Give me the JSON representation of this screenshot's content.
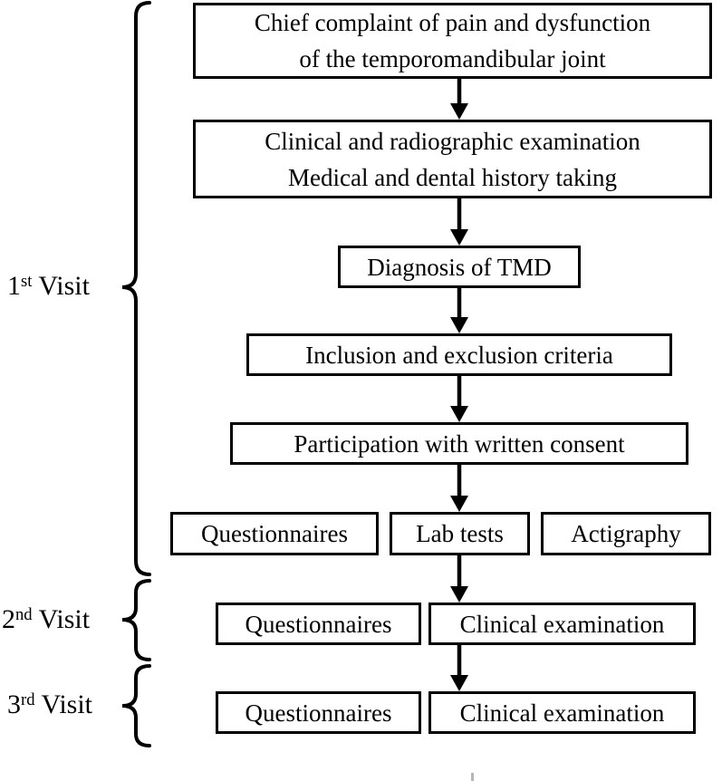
{
  "colors": {
    "background": "#ffffff",
    "ink": "#000000"
  },
  "visits": [
    {
      "num": "1",
      "ord": "st",
      "word": "Visit"
    },
    {
      "num": "2",
      "ord": "nd",
      "word": "Visit"
    },
    {
      "num": "3",
      "ord": "rd",
      "word": "Visit"
    }
  ],
  "boxes": {
    "chief": {
      "line1": "Chief complaint of pain and dysfunction",
      "line2": "of the temporomandibular joint"
    },
    "clinical_history": {
      "line1": "Clinical and radiographic examination",
      "line2": "Medical and dental history taking"
    },
    "diagnosis": {
      "label": "Diagnosis of TMD"
    },
    "inclusion": {
      "label": "Inclusion and exclusion criteria"
    },
    "participation": {
      "label": "Participation with written consent"
    },
    "questionnaires1": {
      "label": "Questionnaires"
    },
    "lab_tests": {
      "label": "Lab tests"
    },
    "actigraphy": {
      "label": "Actigraphy"
    },
    "questionnaires2": {
      "label": "Questionnaires"
    },
    "clinical_exam2": {
      "label": "Clinical examination"
    },
    "questionnaires3": {
      "label": "Questionnaires"
    },
    "clinical_exam3": {
      "label": "Clinical examination"
    }
  }
}
